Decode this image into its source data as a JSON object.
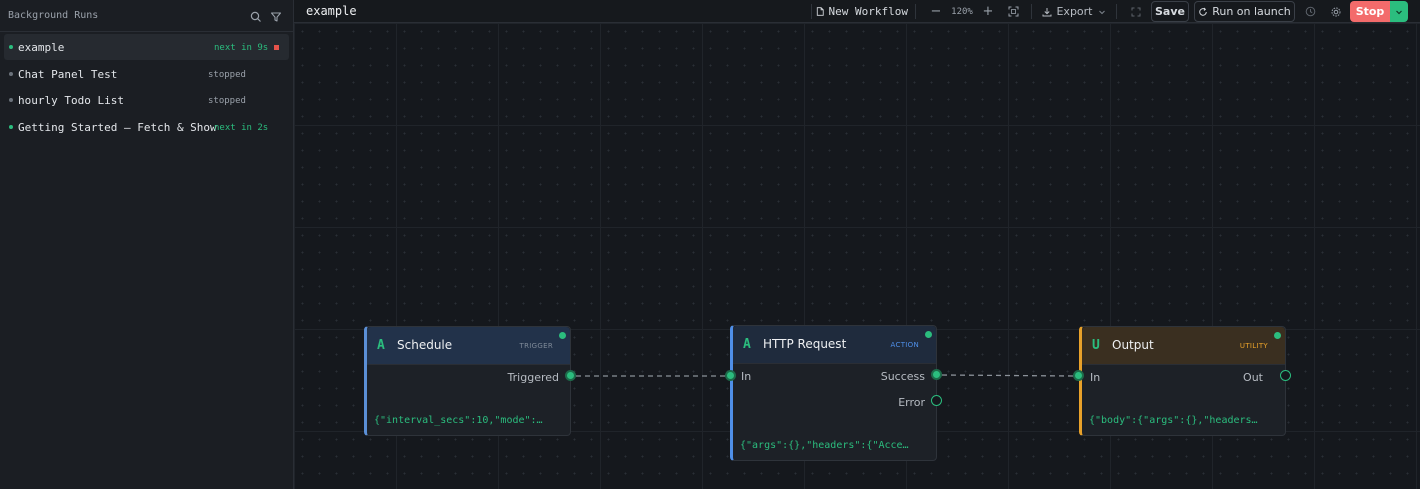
{
  "sidebar": {
    "title": "Background Runs",
    "runs": [
      {
        "name": "example",
        "status": "next in 9s",
        "status_color": "#2bbd7e",
        "dot_color": "#2bbd7e"
      },
      {
        "name": "Chat Panel Test",
        "status": "stopped",
        "status_color": "#9aa1aa",
        "dot_color": "#6b727b"
      },
      {
        "name": "hourly Todo List",
        "status": "stopped",
        "status_color": "#9aa1aa",
        "dot_color": "#6b727b"
      },
      {
        "name": "Getting Started — Fetch & Show",
        "status": "next in 2s",
        "status_color": "#2bbd7e",
        "dot_color": "#2bbd7e"
      }
    ]
  },
  "toolbar": {
    "workflow_title": "example",
    "new_workflow": "New Workflow",
    "zoom": "120%",
    "export": "Export",
    "save": "Save",
    "run_on_launch": "Run on launch",
    "stop": "Stop"
  },
  "nodes": {
    "schedule": {
      "letter": "A",
      "title": "Schedule",
      "type": "TRIGGER",
      "out_port": "Triggered",
      "json": "{\"interval_secs\":10,\"mode\":…"
    },
    "http": {
      "letter": "A",
      "title": "HTTP Request",
      "type": "ACTION",
      "in_port": "In",
      "success_port": "Success",
      "error_port": "Error",
      "json": "{\"args\":{},\"headers\":{\"Acce…"
    },
    "output": {
      "letter": "U",
      "title": "Output",
      "type": "UTILITY",
      "in_port": "In",
      "out_port": "Out",
      "json": "{\"body\":{\"args\":{},\"headers…"
    }
  },
  "colors": {
    "accent_green": "#2bbd7e",
    "trigger_blue": "#5b8fd6",
    "action_blue": "#4f8fe8",
    "utility_orange": "#e8a12a",
    "stop_red": "#f36b6b"
  }
}
